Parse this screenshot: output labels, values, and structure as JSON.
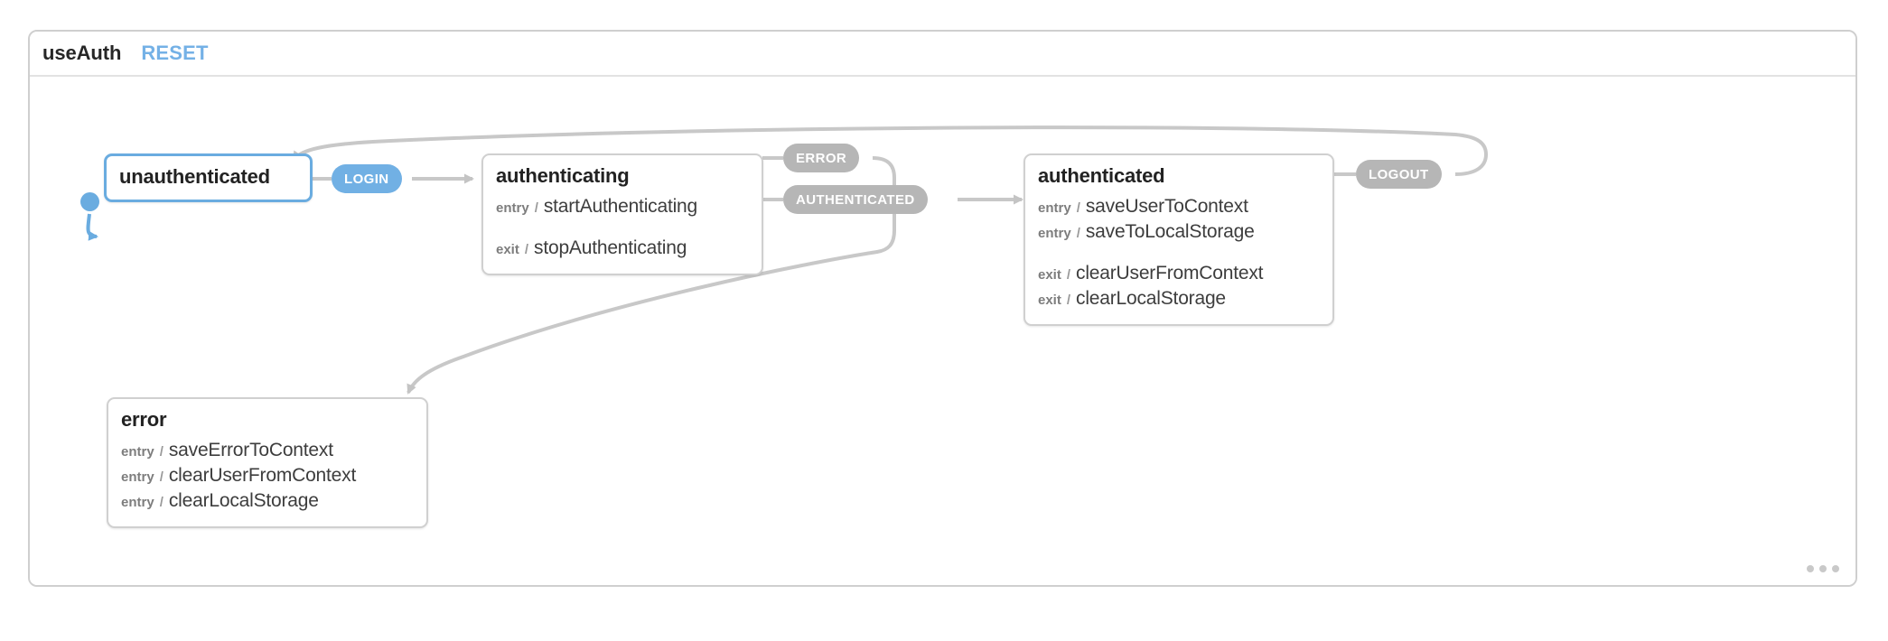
{
  "machine": {
    "title": "useAuth",
    "reset_label": "RESET"
  },
  "states": [
    {
      "id": "unauthenticated",
      "name": "unauthenticated",
      "is_initial": true,
      "actions": []
    },
    {
      "id": "authenticating",
      "name": "authenticating",
      "is_initial": false,
      "entry": [
        {
          "kind": "entry",
          "slash": "/",
          "action": "startAuthenticating"
        }
      ],
      "exit": [
        {
          "kind": "exit",
          "slash": "/",
          "action": "stopAuthenticating"
        }
      ]
    },
    {
      "id": "authenticated",
      "name": "authenticated",
      "is_initial": false,
      "entry": [
        {
          "kind": "entry",
          "slash": "/",
          "action": "saveUserToContext"
        },
        {
          "kind": "entry",
          "slash": "/",
          "action": "saveToLocalStorage"
        }
      ],
      "exit": [
        {
          "kind": "exit",
          "slash": "/",
          "action": "clearUserFromContext"
        },
        {
          "kind": "exit",
          "slash": "/",
          "action": "clearLocalStorage"
        }
      ]
    },
    {
      "id": "error",
      "name": "error",
      "is_initial": false,
      "entry": [
        {
          "kind": "entry",
          "slash": "/",
          "action": "saveErrorToContext"
        },
        {
          "kind": "entry",
          "slash": "/",
          "action": "clearUserFromContext"
        },
        {
          "kind": "entry",
          "slash": "/",
          "action": "clearLocalStorage"
        }
      ],
      "exit": []
    }
  ],
  "transitions": [
    {
      "event": "LOGIN",
      "from": "unauthenticated",
      "to": "authenticating",
      "style": "blue"
    },
    {
      "event": "ERROR",
      "from": "authenticating",
      "to": "error",
      "style": "gray"
    },
    {
      "event": "AUTHENTICATED",
      "from": "authenticating",
      "to": "authenticated",
      "style": "gray"
    },
    {
      "event": "LOGOUT",
      "from": "authenticated",
      "to": "unauthenticated",
      "style": "gray"
    }
  ],
  "colors": {
    "accent_blue": "#6aace0",
    "event_blue": "#71b0e4",
    "event_gray": "#b6b6b6",
    "edge_gray": "#c8c8c8",
    "node_border": "#d0d0d0",
    "panel_border": "#cfcfcf"
  },
  "overflow_menu": {
    "label": "..."
  }
}
